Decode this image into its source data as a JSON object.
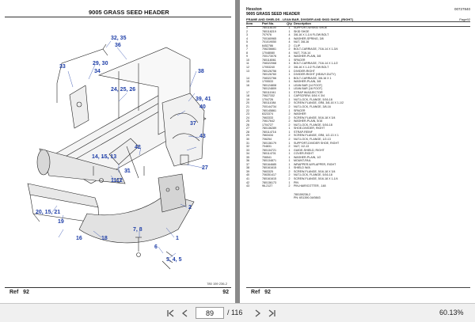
{
  "left_page": {
    "title": "9005 GRASS SEED HEADER",
    "footer_ref": "Ref",
    "footer_ref_num": "92",
    "footer_page_num": "92",
    "part_number": "780 159 236-2",
    "callouts": {
      "c1": "32, 35",
      "c2": "36",
      "c3": "33",
      "c4": "29, 30",
      "c5": "34",
      "c6": "24, 25, 26",
      "c7": "39, 41",
      "c8": "40",
      "c9": "38",
      "c10": "37",
      "c11": "43",
      "c12": "27",
      "c13": "42",
      "c14": "14, 15, 13",
      "c15": "31",
      "c16": "11",
      "c17": "12",
      "c18": "20, 15, 21",
      "c19": "19",
      "c20": "16",
      "c21": "18",
      "c22": "2",
      "c23": "1",
      "c24": "7, 8",
      "c25": "6",
      "c26": "3, 4, 5"
    }
  },
  "right_page": {
    "brand": "Hesston",
    "doc_number": "00727840",
    "title": "9005 GRASS SEED HEADER",
    "subtitle": "FRAME AND SHIELDS - LEAN BAR, DIVIDER AND SKID SHOE, (RIGHT)",
    "page_note": "Page92",
    "headers": {
      "item": "Item",
      "part": "Part No.",
      "qty": "Qty",
      "desc": "Description"
    },
    "rows": [
      [
        "1",
        "780118100",
        "1",
        "SUPPORT-W/SKID SHOE"
      ],
      [
        "2",
        "780118219",
        "1",
        "SKID SHOE"
      ],
      [
        "3",
        "707976",
        "4",
        "3/8-16 X 1-1/4 FLOW BOLT"
      ],
      [
        "4",
        "700160965",
        "4",
        "WASHER-SPRING, 3/8"
      ],
      [
        "5",
        "701019050",
        "4",
        "NUT, 3/8-16"
      ],
      [
        "6",
        "6452786",
        "2",
        "CLIP"
      ],
      [
        "7",
        "706236661",
        "2",
        "BOLT-CARRIAGE, 7/16-14 X 1-3/4"
      ],
      [
        "8",
        "17048080",
        "4",
        "NUT, 7/16-14"
      ],
      [
        "9",
        "700173076",
        "4",
        "WASHER-PLAIN, 3/8"
      ],
      [
        "10",
        "780118061",
        "1",
        "SPACER"
      ],
      [
        "11",
        "708322068",
        "1",
        "BOLT-CARRIAGE, 7/16-14 X 1-1/2"
      ],
      [
        "12",
        "17053240",
        "2",
        "3/8-16 X 1-1/2 FLOW BOLT"
      ],
      [
        "13",
        "780126756",
        "1",
        "DIVIDER-RIGHT"
      ],
      [
        "",
        "780126760",
        "1",
        "DIVIDER-RIGHT (HEAVY-DUTY)"
      ],
      [
        "14",
        "708322766",
        "1",
        "BOLT-CARRIAGE, 3/8-16 X 1"
      ],
      [
        "15",
        "1705533",
        "1",
        "WASHER-PLAIN, 3/8"
      ],
      [
        "16",
        "780124808",
        "1",
        "LEAN BAR (14 FOOT)"
      ],
      [
        "",
        "780124809",
        "1",
        "LEAN BAR (16 FOOT)"
      ],
      [
        "17",
        "780111941",
        "1",
        "STRAP W/ADJECTOR"
      ],
      [
        "18",
        "70627332",
        "1",
        "CAPSCREW, 5/16 X 3/4"
      ],
      [
        "19",
        "1704726",
        "1",
        "NUT-LOCK, FLANGE, 5/16-18"
      ],
      [
        "20",
        "780111084",
        "2",
        "SCREW-FLANGE, GR8, 3/8-16 X 1-1/2"
      ],
      [
        "21",
        "700144734",
        "2",
        "NUT-LOCK, FLANGE, 3/8-16"
      ],
      [
        "22",
        "780145861",
        "1",
        "SPACER"
      ],
      [
        "23",
        "6323374",
        "2",
        "WASHER"
      ],
      [
        "24",
        "7663333",
        "2",
        "SCREW-FLANGE, 5/16-18 X 3/4"
      ],
      [
        "25",
        "70617642",
        "2",
        "WASHER-PLAIN, 5/16"
      ],
      [
        "26",
        "1704727",
        "2",
        "NUT-LOCK, FLANGE, 5/16-18"
      ],
      [
        "27",
        "780136289",
        "1",
        "SHOE-DIVIDER, RIGHT"
      ],
      [
        "28",
        "780114716",
        "1",
        "STRAP-REINF"
      ],
      [
        "29",
        "7663434",
        "2",
        "SCREW-FLANGE, GR8, 1/2-13 X 1"
      ],
      [
        "30",
        "706254",
        "2",
        "NUT-LOCK, FLANGE, 1/2-13"
      ],
      [
        "31",
        "780136179",
        "1",
        "SUPPORT-DIVIDER SHOE, RIGHT"
      ],
      [
        "32",
        "704831",
        "2",
        "NUT, 1/2-13"
      ],
      [
        "33",
        "780134721",
        "1",
        "GUIDE-SHIELD, RIGHT"
      ],
      [
        "34",
        "780114701",
        "1",
        "COVER-RIGHT"
      ],
      [
        "35",
        "706541",
        "1",
        "WASHER-PLAIN, 1/2"
      ],
      [
        "36",
        "780134871",
        "1",
        "MOUNT-PAIL"
      ],
      [
        "37",
        "780164685",
        "1",
        "WRAPPER-W/FLAPPER, RIGHT"
      ],
      [
        "38",
        "780161615",
        "1",
        "SHIELD W/A"
      ],
      [
        "39",
        "7663325",
        "2",
        "SCREW-FLANGE, 5/16-18 X 3/4"
      ],
      [
        "40",
        "706351417",
        "2",
        "NUT-LOCK, FLANGE, 5/16-18"
      ],
      [
        "41",
        "780161615",
        "2",
        "SCREW-FLANGE, 5/16-18 X 1-1/4"
      ],
      [
        "42",
        "780136173",
        "1",
        "PIN"
      ],
      [
        "43",
        "96-2127",
        "2",
        "PIN-HAIR/COTTER, .148"
      ]
    ],
    "trailing_lines": [
      "780159236-2",
      "PN: 6S1390-04/0843"
    ],
    "footer_ref": "Ref",
    "footer_ref_num": "92"
  },
  "toolbar": {
    "current_page": "89",
    "total_pages": "/ 116",
    "zoom": "60.13%",
    "icons": [
      "first-page-icon",
      "prev-page-icon",
      "next-page-icon",
      "last-page-icon"
    ]
  }
}
